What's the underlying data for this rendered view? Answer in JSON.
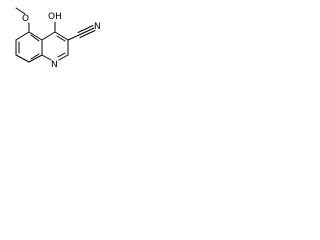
{
  "structure": {
    "labels": {
      "oh": "OH",
      "o": "O",
      "n_ring": "N",
      "n_nitrile": "N"
    },
    "colors": {
      "bond": "#000000",
      "text": "#000000",
      "background": "#ffffff"
    }
  }
}
